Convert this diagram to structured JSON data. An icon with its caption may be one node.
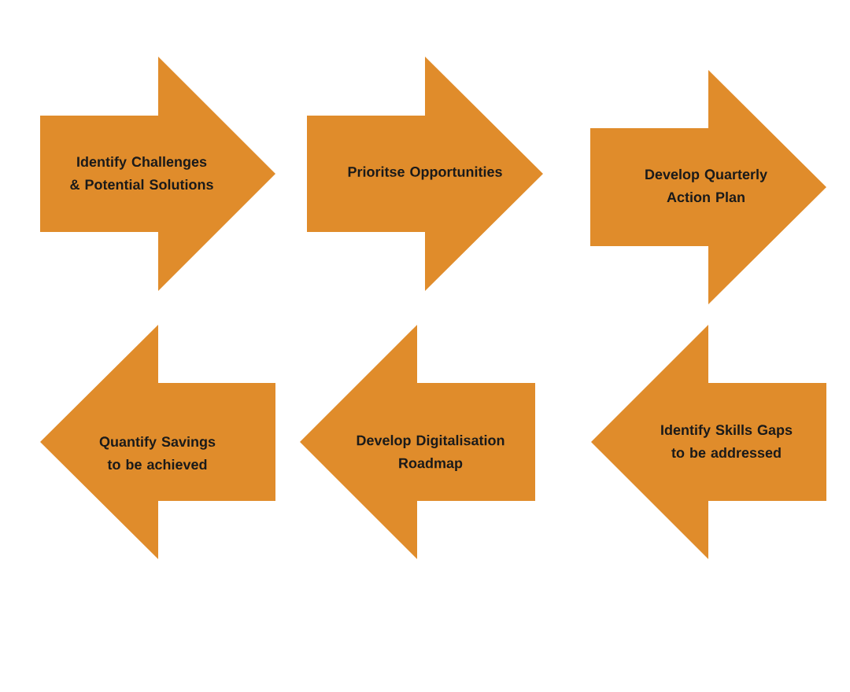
{
  "diagram": {
    "nodes": [
      {
        "text": [
          "Identify Challenges & Potential Solutions"
        ]
      },
      {
        "text": [
          "Prioritse Opportunities"
        ]
      },
      {
        "text": [
          "Develop Quarterly Action Plan"
        ]
      },
      {
        "text": [
          "Identify Skills Gaps to be addressed"
        ]
      },
      {
        "text": [
          "Develop Digitalisation Roadmap"
        ]
      },
      {
        "text": [
          "Quantify Savings to be achieved"
        ]
      }
    ]
  }
}
